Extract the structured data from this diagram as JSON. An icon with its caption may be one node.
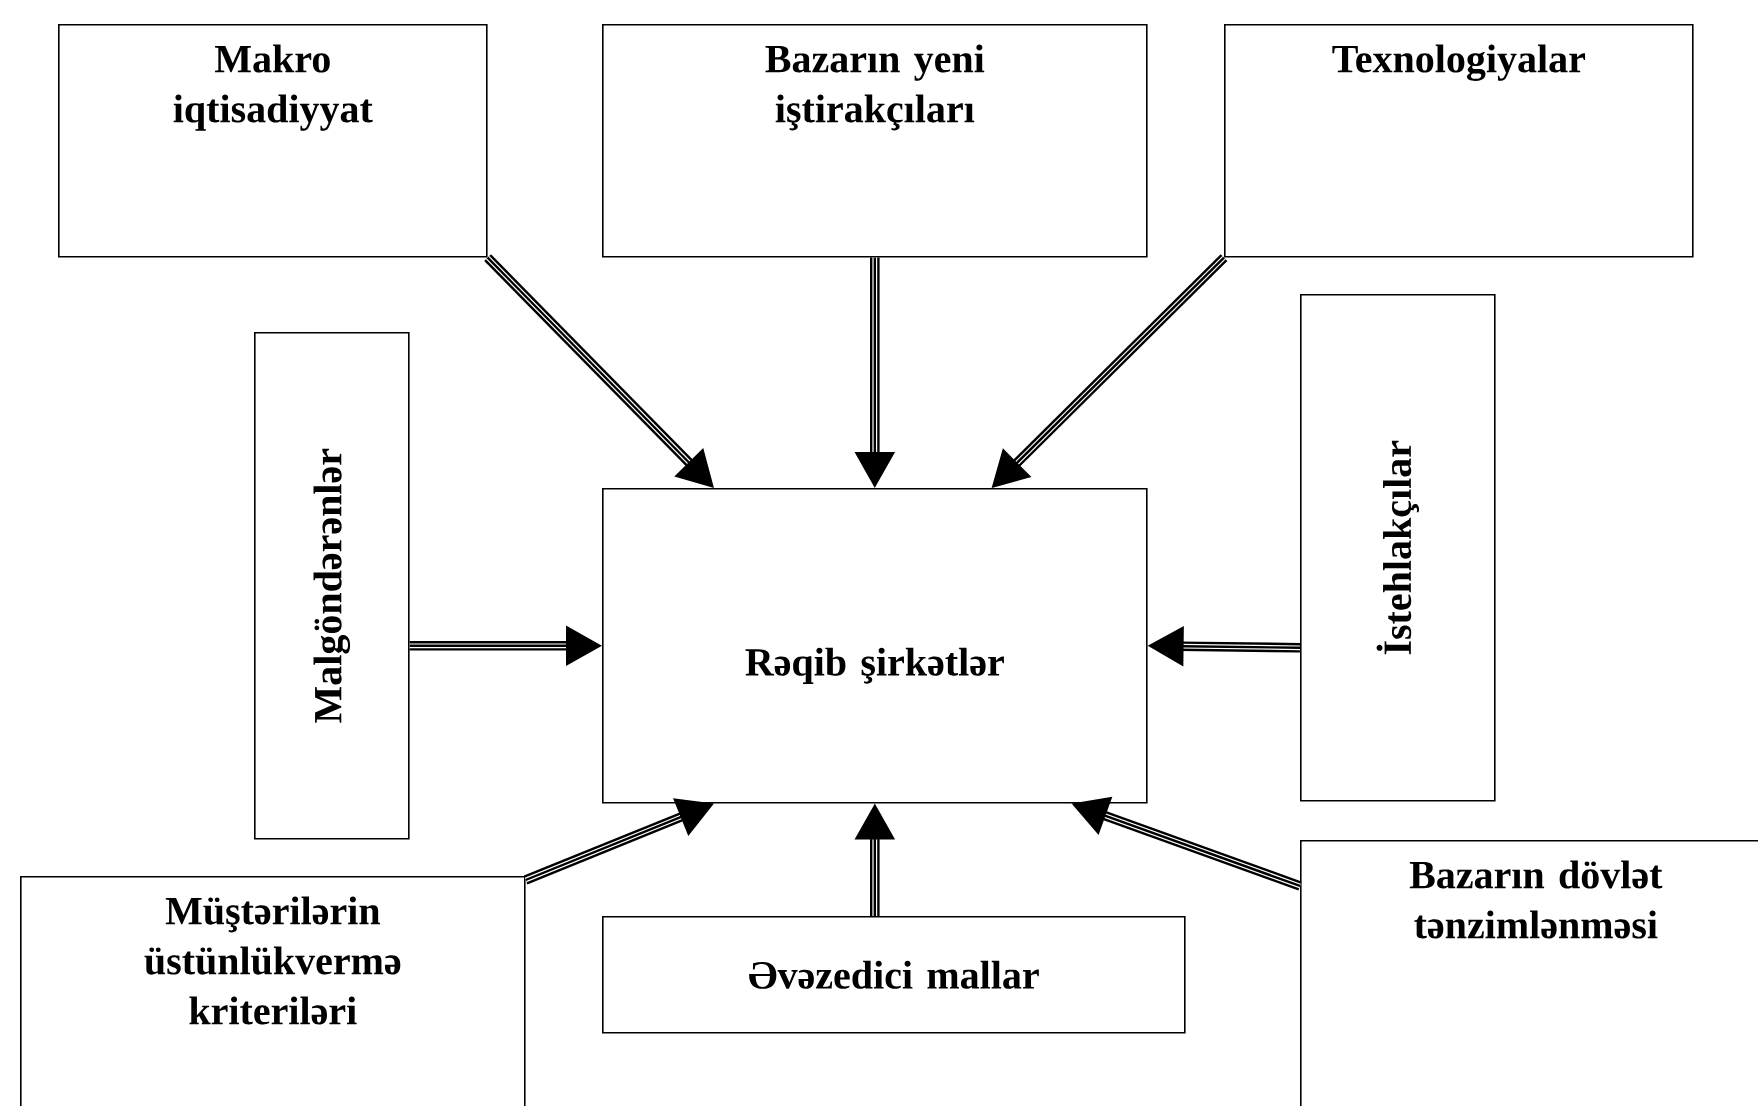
{
  "diagram": {
    "nodes": [
      {
        "text": [
          "Makro iqtisadiyyat"
        ]
      },
      {
        "text": [
          "Bazarın yeni iştirakçıları"
        ]
      },
      {
        "text": [
          "Texnologiyalar"
        ]
      },
      {
        "text": [
          "Malgöndərənlər"
        ]
      },
      {
        "text": [
          "Rəqib şirkətlər"
        ]
      },
      {
        "text": [
          "İstehlakçılar"
        ]
      },
      {
        "text": [
          "Müştərilərin üstünlükvermə kriteriləri"
        ]
      },
      {
        "text": [
          "Əvəzedici mallar"
        ]
      },
      {
        "text": [
          "Bazarın dövlət tənzimlənməsi"
        ]
      }
    ],
    "edges": [
      {
        "from": 0,
        "to": 4,
        "arrow": "to"
      },
      {
        "from": 1,
        "to": 4,
        "arrow": "to"
      },
      {
        "from": 2,
        "to": 4,
        "arrow": "to"
      },
      {
        "from": 3,
        "to": 4,
        "arrow": "to"
      },
      {
        "from": 5,
        "to": 4,
        "arrow": "to"
      },
      {
        "from": 6,
        "to": 4,
        "arrow": "to"
      },
      {
        "from": 7,
        "to": 4,
        "arrow": "to"
      },
      {
        "from": 8,
        "to": 4,
        "arrow": "to"
      }
    ]
  }
}
